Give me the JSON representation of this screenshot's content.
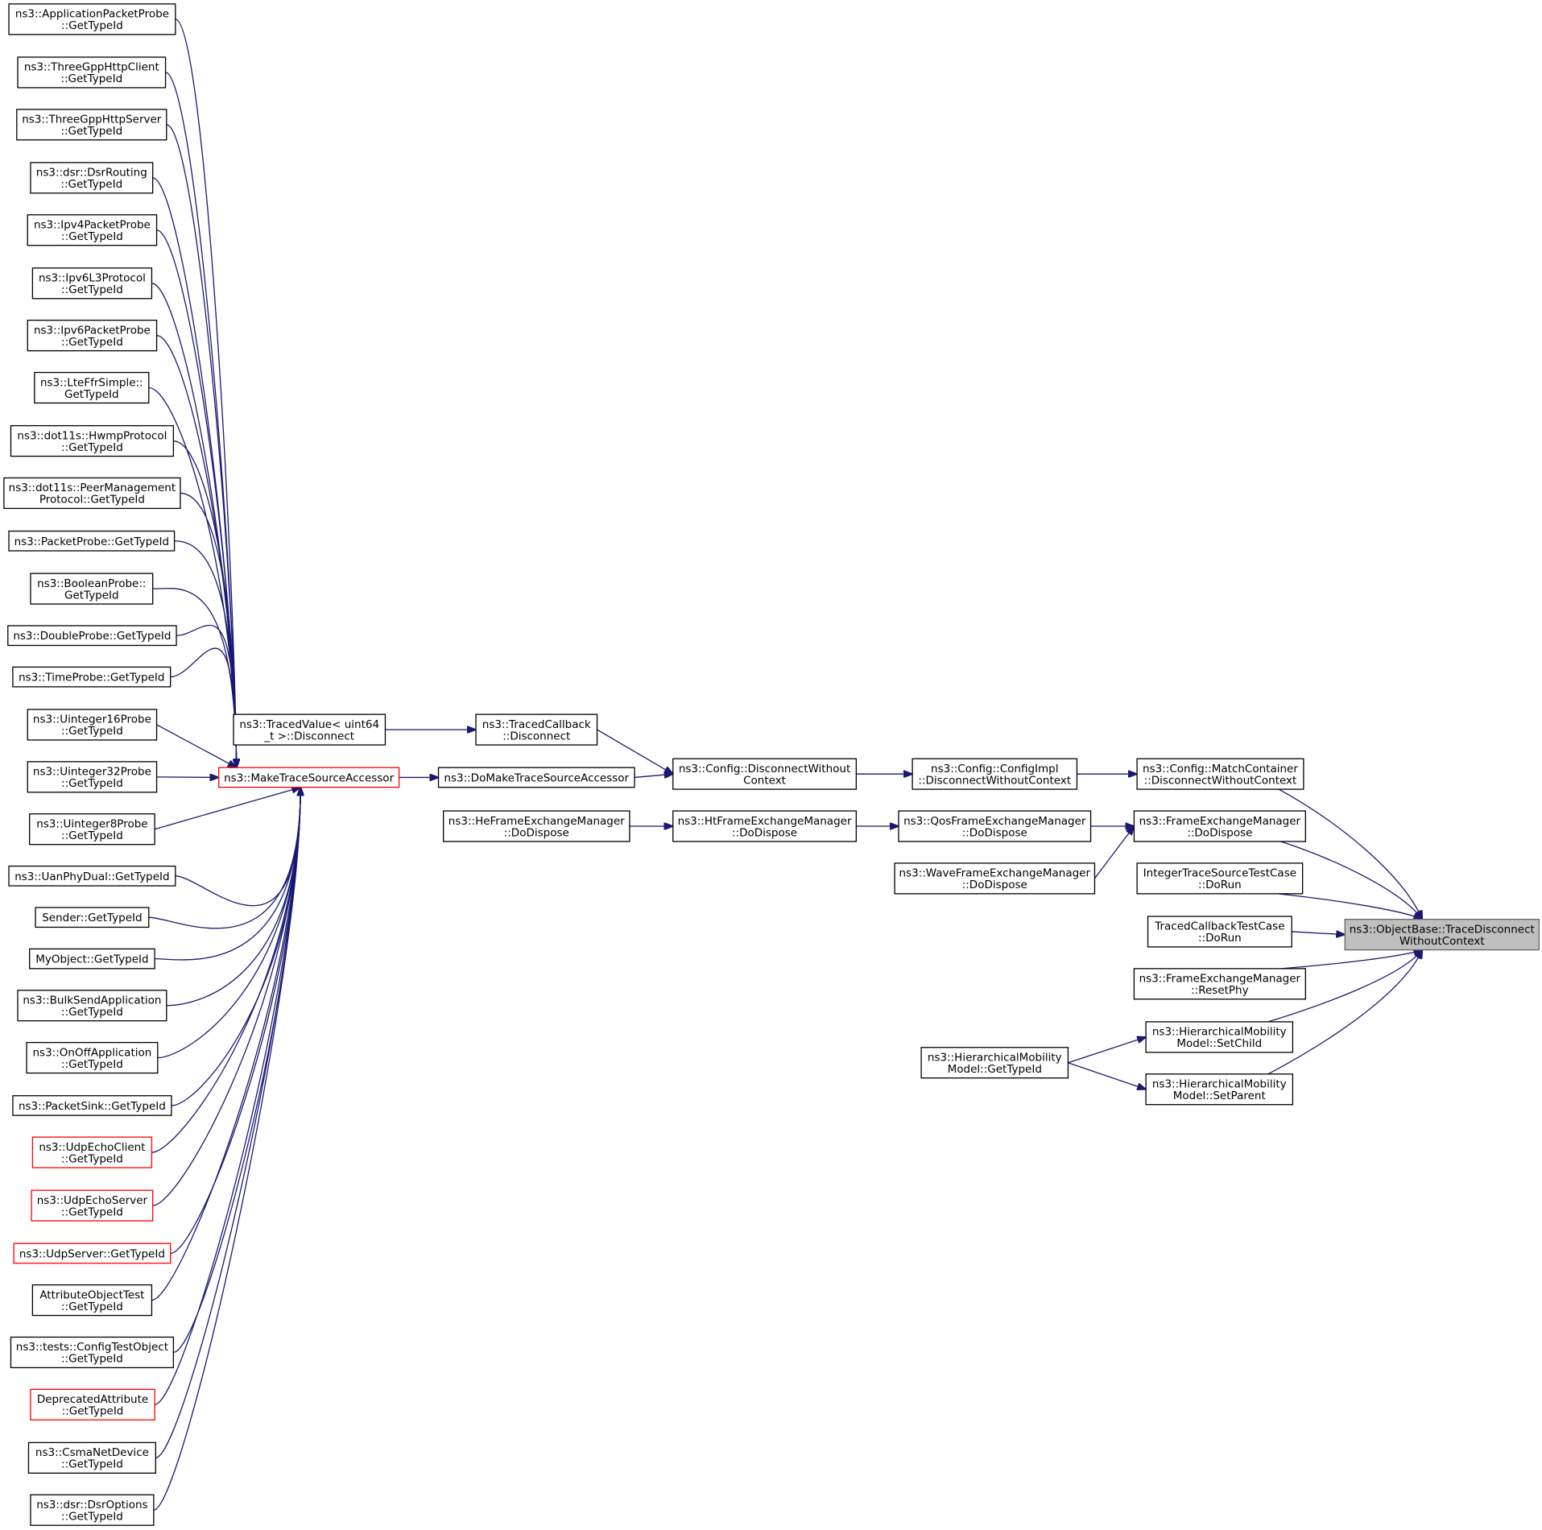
{
  "colors": {
    "edge": "#191970",
    "box_border": "#000000",
    "box_border_incomplete": "#ff0000",
    "root_fill": "#bfbfbf",
    "root_border": "#666666"
  },
  "nodes": {
    "root": [
      "ns3::ObjectBase::TraceDisconnect",
      "WithoutContext"
    ],
    "match": [
      "ns3::Config::MatchContainer",
      "::DisconnectWithoutContext"
    ],
    "fem_dispose": [
      "ns3::FrameExchangeManager",
      "::DoDispose"
    ],
    "int_test": [
      "IntegerTraceSourceTestCase",
      "::DoRun"
    ],
    "tcb_test": [
      "TracedCallbackTestCase",
      "::DoRun"
    ],
    "fem_reset": [
      "ns3::FrameExchangeManager",
      "::ResetPhy"
    ],
    "hm_child": [
      "ns3::HierarchicalMobility",
      "Model::SetChild"
    ],
    "hm_parent": [
      "ns3::HierarchicalMobility",
      "Model::SetParent"
    ],
    "hm_typeid": [
      "ns3::HierarchicalMobility",
      "Model::GetTypeId"
    ],
    "cfg_impl": [
      "ns3::Config::ConfigImpl",
      "::DisconnectWithoutContext"
    ],
    "qos_dispose": [
      "ns3::QosFrameExchangeManager",
      "::DoDispose"
    ],
    "wave_dispose": [
      "ns3::WaveFrameExchangeManager",
      "::DoDispose"
    ],
    "cfg_disc": [
      "ns3::Config::DisconnectWithout",
      "Context"
    ],
    "ht_dispose": [
      "ns3::HtFrameExchangeManager",
      "::DoDispose"
    ],
    "he_dispose": [
      "ns3::HeFrameExchangeManager",
      "::DoDispose"
    ],
    "tcb_disc": [
      "ns3::TracedCallback",
      "::Disconnect"
    ],
    "tv_disc": [
      "ns3::TracedValue< uint64",
      "_t >::Disconnect"
    ],
    "domake": [
      "ns3::DoMakeTraceSourceAccessor"
    ],
    "make": [
      "ns3::MakeTraceSourceAccessor"
    ],
    "c01": [
      "ns3::ApplicationPacketProbe",
      "::GetTypeId"
    ],
    "c02": [
      "ns3::ThreeGppHttpClient",
      "::GetTypeId"
    ],
    "c03": [
      "ns3::ThreeGppHttpServer",
      "::GetTypeId"
    ],
    "c04": [
      "ns3::dsr::DsrRouting",
      "::GetTypeId"
    ],
    "c05": [
      "ns3::Ipv4PacketProbe",
      "::GetTypeId"
    ],
    "c06": [
      "ns3::Ipv6L3Protocol",
      "::GetTypeId"
    ],
    "c07": [
      "ns3::Ipv6PacketProbe",
      "::GetTypeId"
    ],
    "c08": [
      "ns3::LteFfrSimple::",
      "GetTypeId"
    ],
    "c09": [
      "ns3::dot11s::HwmpProtocol",
      "::GetTypeId"
    ],
    "c10": [
      "ns3::dot11s::PeerManagement",
      "Protocol::GetTypeId"
    ],
    "c11": [
      "ns3::PacketProbe::GetTypeId"
    ],
    "c12": [
      "ns3::BooleanProbe::",
      "GetTypeId"
    ],
    "c13": [
      "ns3::DoubleProbe::GetTypeId"
    ],
    "c14": [
      "ns3::TimeProbe::GetTypeId"
    ],
    "c15": [
      "ns3::Uinteger16Probe",
      "::GetTypeId"
    ],
    "c16": [
      "ns3::Uinteger32Probe",
      "::GetTypeId"
    ],
    "c17": [
      "ns3::Uinteger8Probe",
      "::GetTypeId"
    ],
    "c18": [
      "ns3::UanPhyDual::GetTypeId"
    ],
    "c19": [
      "Sender::GetTypeId"
    ],
    "c20": [
      "MyObject::GetTypeId"
    ],
    "c21": [
      "ns3::BulkSendApplication",
      "::GetTypeId"
    ],
    "c22": [
      "ns3::OnOffApplication",
      "::GetTypeId"
    ],
    "c23": [
      "ns3::PacketSink::GetTypeId"
    ],
    "c24": [
      "ns3::UdpEchoClient",
      "::GetTypeId"
    ],
    "c25": [
      "ns3::UdpEchoServer",
      "::GetTypeId"
    ],
    "c26": [
      "ns3::UdpServer::GetTypeId"
    ],
    "c27": [
      "AttributeObjectTest",
      "::GetTypeId"
    ],
    "c28": [
      "ns3::tests::ConfigTestObject",
      "::GetTypeId"
    ],
    "c29": [
      "DeprecatedAttribute",
      "::GetTypeId"
    ],
    "c30": [
      "ns3::CsmaNetDevice",
      "::GetTypeId"
    ],
    "c31": [
      "ns3::dsr::DsrOptions",
      "::GetTypeId"
    ]
  },
  "edges": [
    [
      "match",
      "root"
    ],
    [
      "fem_dispose",
      "root"
    ],
    [
      "int_test",
      "root"
    ],
    [
      "tcb_test",
      "root"
    ],
    [
      "fem_reset",
      "root"
    ],
    [
      "hm_child",
      "root"
    ],
    [
      "hm_parent",
      "root"
    ],
    [
      "hm_typeid",
      "hm_child"
    ],
    [
      "hm_typeid",
      "hm_parent"
    ],
    [
      "cfg_impl",
      "match"
    ],
    [
      "qos_dispose",
      "fem_dispose"
    ],
    [
      "wave_dispose",
      "fem_dispose"
    ],
    [
      "cfg_disc",
      "cfg_impl"
    ],
    [
      "ht_dispose",
      "qos_dispose"
    ],
    [
      "he_dispose",
      "ht_dispose"
    ],
    [
      "tcb_disc",
      "cfg_disc"
    ],
    [
      "domake",
      "cfg_disc"
    ],
    [
      "tv_disc",
      "tcb_disc"
    ],
    [
      "make",
      "domake"
    ],
    [
      "c01",
      "make"
    ],
    [
      "c02",
      "make"
    ],
    [
      "c03",
      "make"
    ],
    [
      "c04",
      "make"
    ],
    [
      "c05",
      "make"
    ],
    [
      "c06",
      "make"
    ],
    [
      "c07",
      "make"
    ],
    [
      "c08",
      "make"
    ],
    [
      "c09",
      "make"
    ],
    [
      "c10",
      "make"
    ],
    [
      "c11",
      "make"
    ],
    [
      "c12",
      "make"
    ],
    [
      "c13",
      "make"
    ],
    [
      "c14",
      "make"
    ],
    [
      "c15",
      "make"
    ],
    [
      "c16",
      "make"
    ],
    [
      "c17",
      "make"
    ],
    [
      "c18",
      "make"
    ],
    [
      "c19",
      "make"
    ],
    [
      "c20",
      "make"
    ],
    [
      "c21",
      "make"
    ],
    [
      "c22",
      "make"
    ],
    [
      "c23",
      "make"
    ],
    [
      "c24",
      "make"
    ],
    [
      "c25",
      "make"
    ],
    [
      "c26",
      "make"
    ],
    [
      "c27",
      "make"
    ],
    [
      "c28",
      "make"
    ],
    [
      "c29",
      "make"
    ],
    [
      "c30",
      "make"
    ],
    [
      "c31",
      "make"
    ]
  ]
}
